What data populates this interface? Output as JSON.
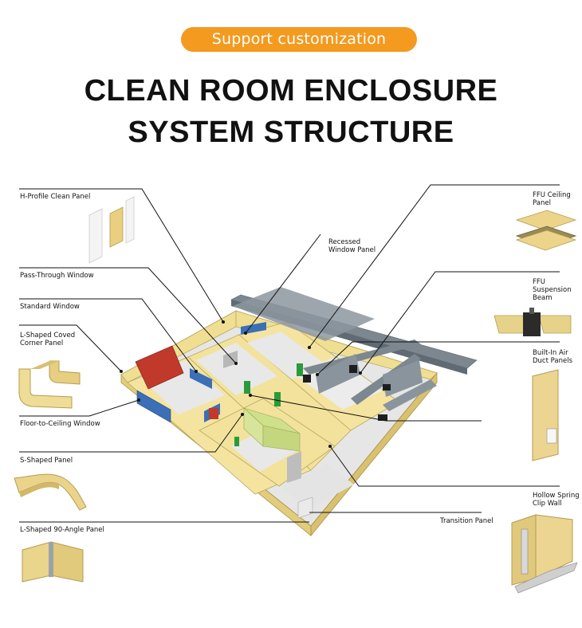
{
  "badge": "Support customization",
  "title_line1": "CLEAN ROOM ENCLOSURE",
  "title_line2": "SYSTEM STRUCTURE",
  "labels": {
    "h_profile": "H-Profile Clean Panel",
    "pass_through": "Pass-Through Window",
    "standard_window": "Standard Window",
    "l_shaped_coved": "L-Shaped Coved\nCorner Panel",
    "floor_to_ceiling": "Floor-to-Ceiling Window",
    "s_shaped": "S-Shaped Panel",
    "l_shaped_90": "L-Shaped 90-Angle Panel",
    "recessed": "Recessed\nWindow Panel",
    "ffu_ceiling": "FFU Ceiling\nPanel",
    "ffu_suspension": "FFU Suspension\nBeam",
    "built_in_air": "Built-In Air\nDuct Panels",
    "hollow_spring": "Hollow Spring\nClip Wall",
    "transition": "Transition Panel"
  },
  "colors": {
    "badge": "#f39a1f",
    "panel": "#f0df93",
    "panel_dark": "#c9b566",
    "floor": "#e6e6e6",
    "duct": "#7c8790",
    "door_green": "#2a9a3a",
    "door_red": "#c0392b"
  }
}
